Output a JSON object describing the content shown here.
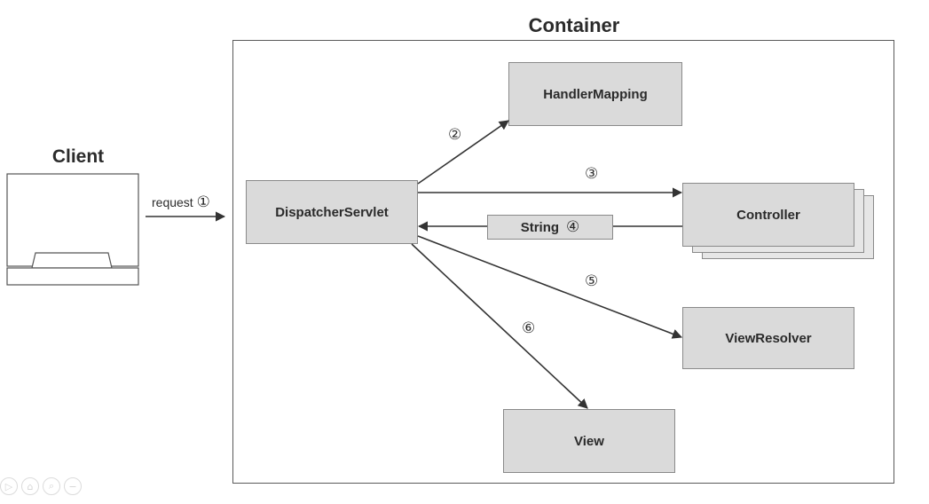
{
  "container": {
    "title": "Container"
  },
  "client": {
    "title": "Client",
    "request_label": "request",
    "request_step": "①"
  },
  "components": {
    "dispatcher": "DispatcherServlet",
    "handler_mapping": "HandlerMapping",
    "controller": "Controller",
    "view_resolver": "ViewResolver",
    "view": "View",
    "string": "String"
  },
  "steps": {
    "s2": "②",
    "s3": "③",
    "s4": "④",
    "s5": "⑤",
    "s6": "⑥"
  },
  "viewer_controls": [
    {
      "icon": "play-icon",
      "glyph": "▷"
    },
    {
      "icon": "home-icon",
      "glyph": "⌂"
    },
    {
      "icon": "zoom-icon",
      "glyph": "⌕"
    },
    {
      "icon": "minus-icon",
      "glyph": "−"
    }
  ],
  "colors": {
    "box_fill": "#dadada",
    "line": "#333333"
  }
}
